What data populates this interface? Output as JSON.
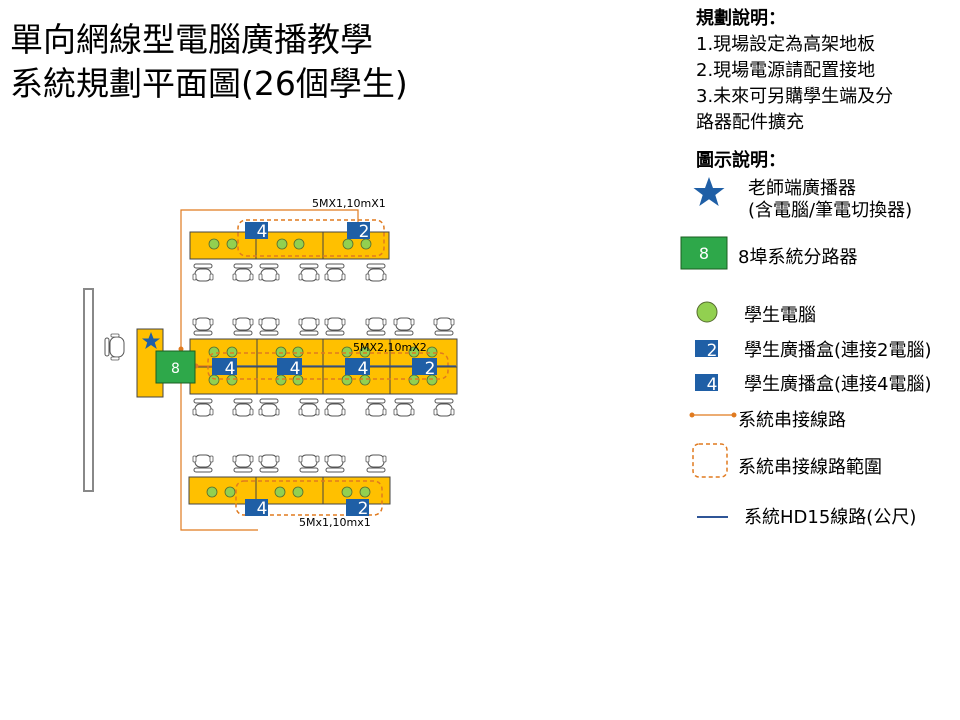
{
  "title": {
    "line1": "單向網線型電腦廣播教學",
    "line2": "系統規劃平面圖(26個學生)"
  },
  "notes": {
    "header": "規劃說明：",
    "items": [
      "1.現場設定為高架地板",
      "2.現場電源請配置接地",
      "3.未來可另購學生端及分",
      "路器配件擴充"
    ]
  },
  "legend": {
    "header": "圖示說明：",
    "teacher_line1": "老師端廣播器",
    "teacher_line2": "(含電腦/筆電切換器)",
    "splitter_symbol": "8",
    "splitter": "8埠系統分路器",
    "student_pc": "學生電腦",
    "box2_symbol": "2",
    "box2": "學生廣播盒(連接2電腦)",
    "box4_symbol": "4",
    "box4": "學生廣播盒(連接4電腦)",
    "chain": "系統串接線路",
    "chain_range": "系統串接線路範圍",
    "hd15": "系統HD15線路(公尺)"
  },
  "plan": {
    "top_cable": "5MX1,10mX1",
    "mid_cable": "5MX2,10mX2",
    "bottom_cable": "5Mx1,10mx1",
    "splitter": "8",
    "top_boxes": [
      "4",
      "2"
    ],
    "mid_boxes": [
      "4",
      "4",
      "4",
      "2"
    ],
    "bottom_boxes": [
      "4",
      "2"
    ]
  },
  "colors": {
    "desk": "#FFC000",
    "pc": "#92D050",
    "box": "#1F5FA6",
    "splitter": "#2EA84A",
    "cable": "#E07A1F",
    "hd15": "#2F5597"
  }
}
